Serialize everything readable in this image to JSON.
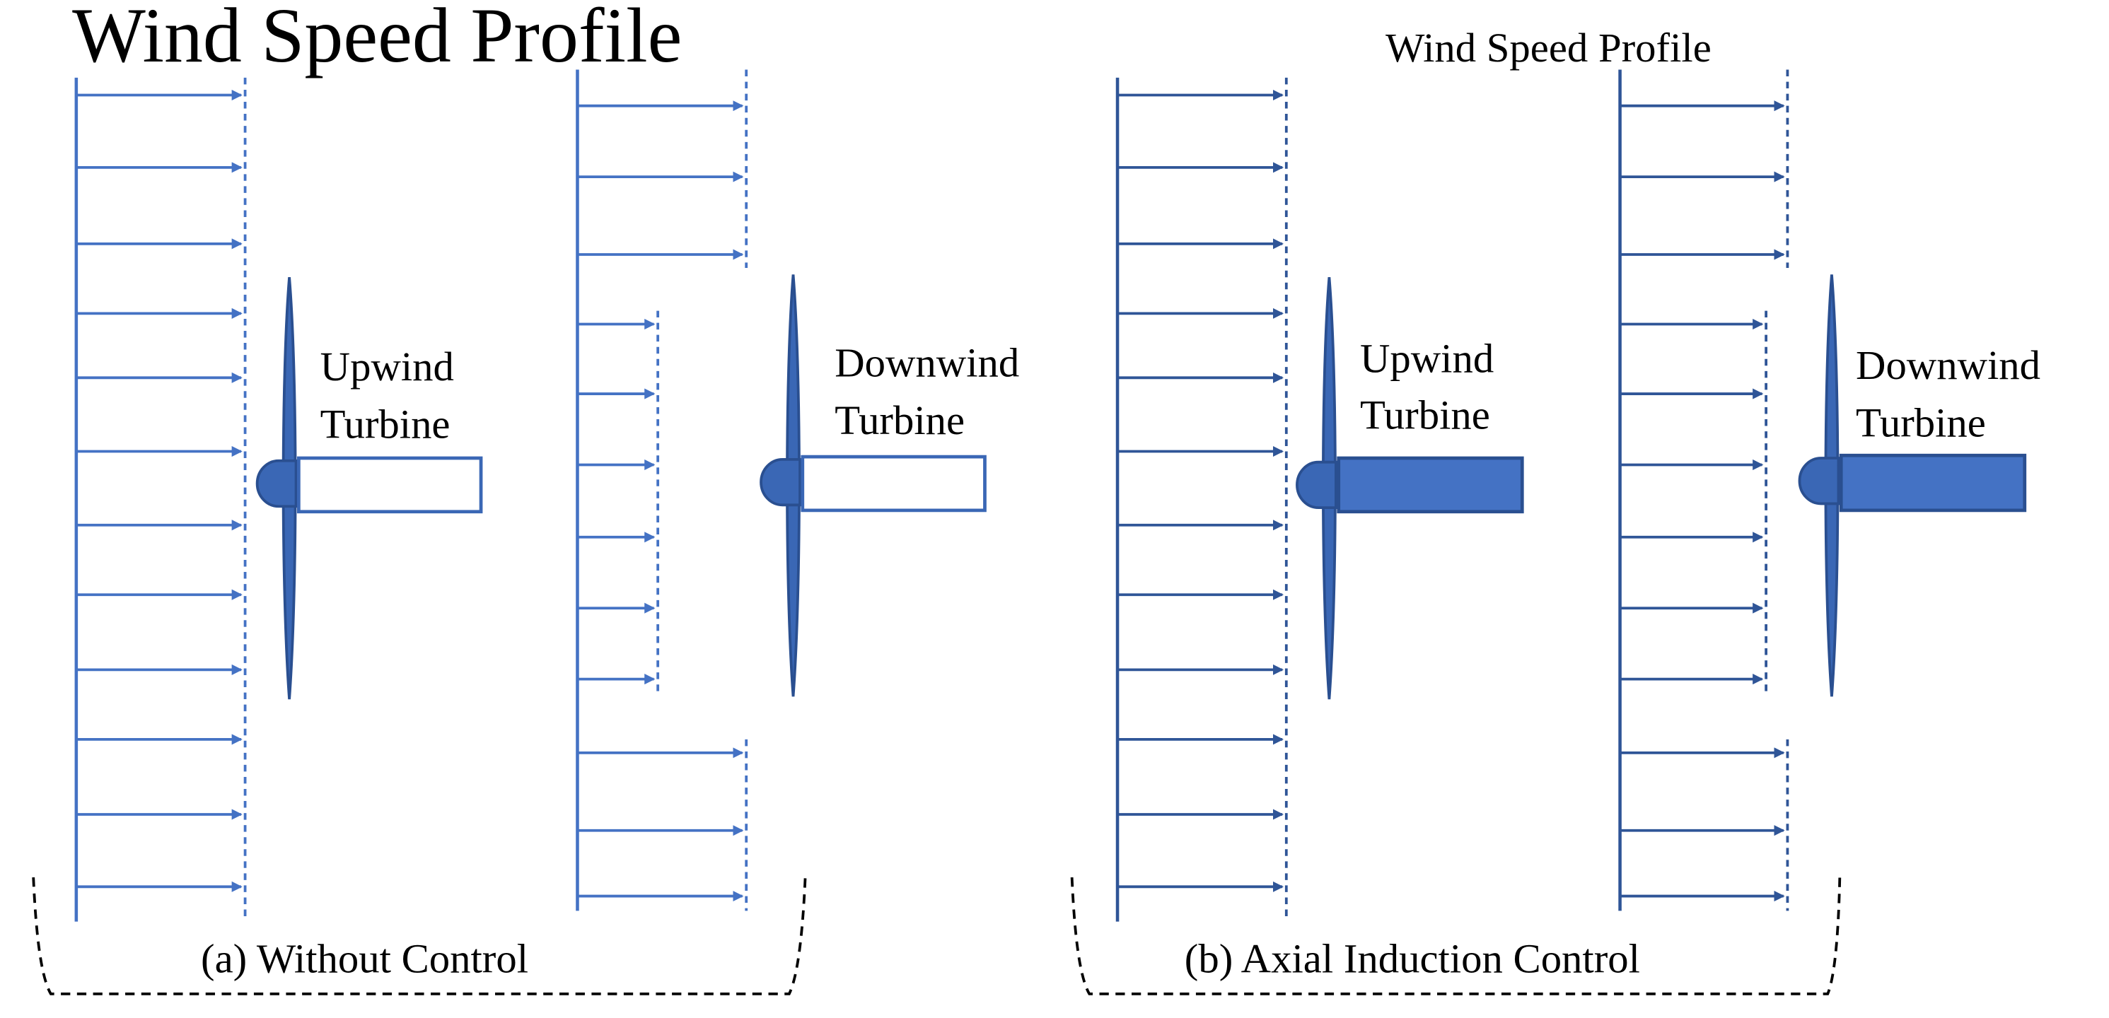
{
  "colors": {
    "panel_a_lines": "#4472C4",
    "panel_b_lines": "#2F5597",
    "blade_fill": "#3A67B5",
    "blade_stroke": "#2A4F90",
    "nacelle_b_fill": "#4472C4",
    "brace": "#000000"
  },
  "panel_a": {
    "profile_label": "Wind Speed Profile",
    "upwind_label": [
      "Upwind",
      "Turbine"
    ],
    "downwind_label": [
      "Downwind",
      "Turbine"
    ],
    "caption": "(a) Without Control",
    "nacelle_style": "outline"
  },
  "panel_b": {
    "profile_label": "Wind Speed Profile",
    "upwind_label": [
      "Upwind",
      "Turbine"
    ],
    "downwind_label": [
      "Downwind",
      "Turbine"
    ],
    "caption": "(b) Axial Induction Control",
    "nacelle_style": "filled"
  }
}
